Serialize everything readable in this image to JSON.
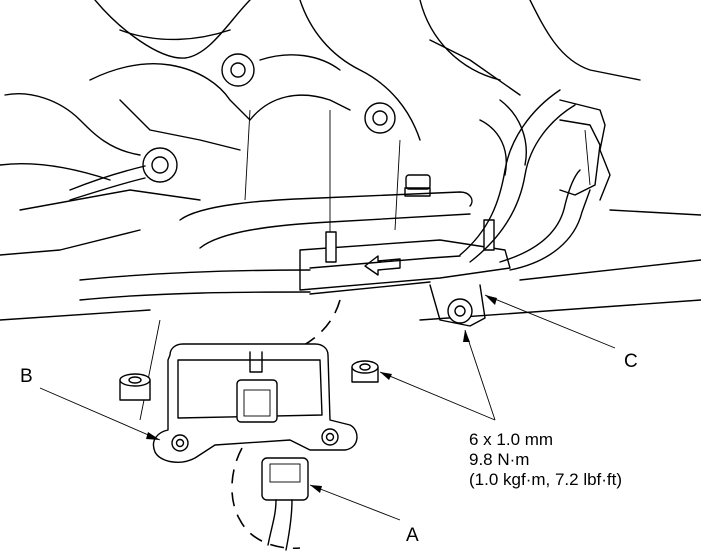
{
  "callouts": {
    "a": "A",
    "b": "B",
    "c": "C"
  },
  "torque_spec": {
    "bolt_size": "6 x 1.0 mm",
    "torque_nm": "9.8 N·m",
    "torque_alt": "(1.0 kgf·m, 7.2 lbf·ft)"
  },
  "icons": {
    "flow_arrow": "left-arrow-icon"
  },
  "colors": {
    "line": "#000000",
    "background": "#ffffff"
  }
}
